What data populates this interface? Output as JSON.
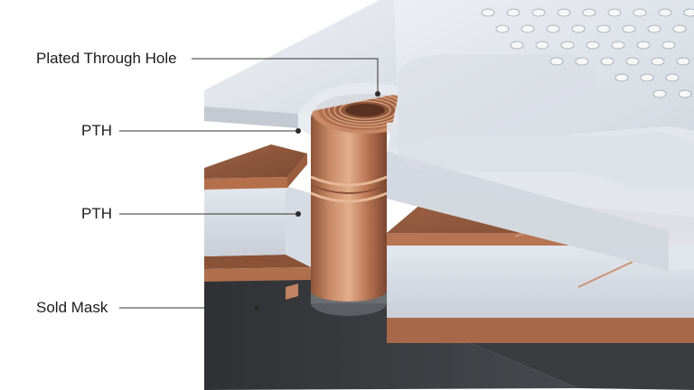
{
  "labels": {
    "plated_through_hole": "Plated Through Hole",
    "pth_upper": "PTH",
    "pth_lower": "PTH",
    "sold_mask": "Sold Mask"
  },
  "colors": {
    "copper": "#b87453",
    "copper_dark": "#7a4630",
    "glass": "#dfe3ea",
    "solder_mask": "#3d3f42",
    "leader": "#333333"
  }
}
